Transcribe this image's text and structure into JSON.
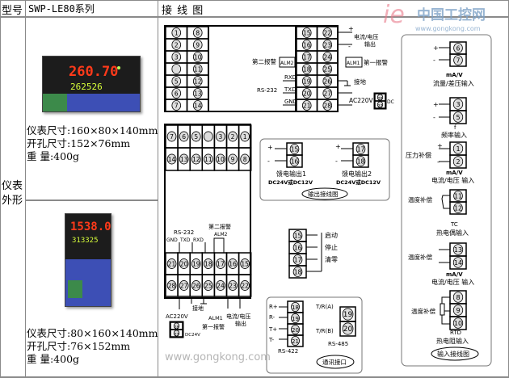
{
  "header": {
    "col1": "型号",
    "col2": "SWP-LE80系列",
    "col3": "接 线 图"
  },
  "row_label": "仪表外形",
  "product1": {
    "display_main": "260.70",
    "display_sub": "262526",
    "size": "仪表尺寸:160×80×140mm",
    "cutout": "开孔尺寸:152×76mm",
    "weight": "重 量:400g"
  },
  "product2": {
    "display_main": "1538.0",
    "display_sub": "313325",
    "size": "仪表尺寸:80×160×140mm",
    "cutout": "开孔尺寸:76×152mm",
    "weight": "重 量:400g"
  },
  "logo": {
    "text": "中国工控网",
    "url": "www.gongkong.com"
  },
  "watermark": "www.gongkong.com",
  "terminals": {
    "top_left": [
      [
        1,
        2,
        3,
        "",
        5,
        6,
        7
      ],
      [
        8,
        9,
        10,
        11,
        12,
        13,
        14
      ]
    ],
    "top_right": [
      [
        15,
        16,
        17,
        18,
        19,
        20,
        21
      ],
      [
        22,
        23,
        24,
        25,
        26,
        27,
        28
      ]
    ],
    "vert_top": [
      [
        7,
        6,
        5,
        "",
        3,
        2,
        1
      ],
      [
        14,
        13,
        12,
        11,
        10,
        9,
        8
      ]
    ],
    "vert_bottom": [
      [
        21,
        20,
        19,
        18,
        17,
        16,
        15
      ],
      [
        28,
        27,
        26,
        25,
        24,
        23,
        22
      ]
    ],
    "out1": [
      15,
      16
    ],
    "out2": [
      17,
      18
    ],
    "control": [
      15,
      16,
      17,
      18
    ],
    "rs422": [
      18,
      19,
      20,
      21
    ],
    "rs485": [
      19,
      20
    ],
    "in_flow": [
      6,
      7
    ],
    "in_freq": [
      3,
      5
    ],
    "in_press": [
      1,
      2
    ],
    "in_tc": [
      11,
      12
    ],
    "in_ma": [
      13,
      14
    ],
    "in_rtd": [
      8,
      9,
      10
    ],
    "dc_top": [
      28,
      27
    ],
    "dc_vert": [
      28,
      27
    ]
  },
  "labels": {
    "plus": "+",
    "minus": "-",
    "current_voltage": "电流/电压",
    "output": "输出",
    "alarm2": "第二报警",
    "alm2": "ALM2",
    "alm1": "ALM1",
    "alarm1": "第一报警",
    "rxd": "RXD",
    "txd": "TXD",
    "gnd": "GND",
    "rs232": "RS-232",
    "ground": "接地",
    "ac220v": "AC220V",
    "dc": "DC",
    "dc24v": "DC24V",
    "feed1": "馈电输出1",
    "feed2": "馈电输出2",
    "feed_v": "DC24V或DC12V",
    "output_diagram": "输出接线图",
    "start": "启动",
    "stop": "停止",
    "reset": "清零",
    "r_plus": "R+",
    "r_minus": "R-",
    "t_plus": "T+",
    "t_minus": "T-",
    "tr_a": "T/R(A)",
    "tr_b": "T/R(B)",
    "rs485": "RS-485",
    "rs422": "RS-422",
    "comm": "通讯接口",
    "ma_v": "mA/V",
    "flow_input": "流量/差压输入",
    "f": "f",
    "freq_input": "频率输入",
    "press_comp": "压力补偿",
    "cv_input": "电流/电压 输入",
    "temp_comp": "温度补偿",
    "tc": "TC",
    "tc_input": "热电偶输入",
    "rtd": "RTD",
    "rtd_input": "热电阻输入",
    "input_diagram": "输入接线图"
  }
}
